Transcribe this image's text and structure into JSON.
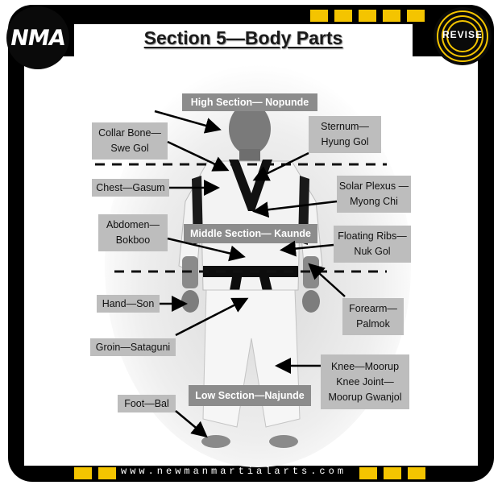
{
  "header": {
    "logo_text": "NMA",
    "title": "Section 5—Body Parts",
    "badge_text": "REVISE"
  },
  "sections": {
    "high": "High Section— Nopunde",
    "middle": "Middle Section— Kaunde",
    "low": "Low Section—Najunde"
  },
  "labels": {
    "collar_bone": [
      "Collar Bone—",
      "Swe Gol"
    ],
    "sternum": [
      "Sternum—",
      "Hyung Gol"
    ],
    "chest": [
      "Chest—Gasum"
    ],
    "solar_plexus": [
      "Solar Plexus —",
      "Myong Chi"
    ],
    "abdomen": [
      "Abdomen—",
      "Bokboo"
    ],
    "floating_ribs": [
      "Floating Ribs—",
      "Nuk Gol"
    ],
    "hand": [
      "Hand—Son"
    ],
    "forearm": [
      "Forearm—",
      "Palmok"
    ],
    "groin": [
      "Groin—Sataguni"
    ],
    "knee": [
      "Knee—Moorup",
      "Knee Joint—",
      "Moorup Gwanjol"
    ],
    "foot": [
      "Foot—Bal"
    ]
  },
  "footer": {
    "website": "www.newmanmartialarts.com"
  },
  "colors": {
    "frame": "#000000",
    "accent_yellow": "#f4c400",
    "label_bg": "#bdbdbd",
    "section_bg": "#8c8c8c"
  }
}
